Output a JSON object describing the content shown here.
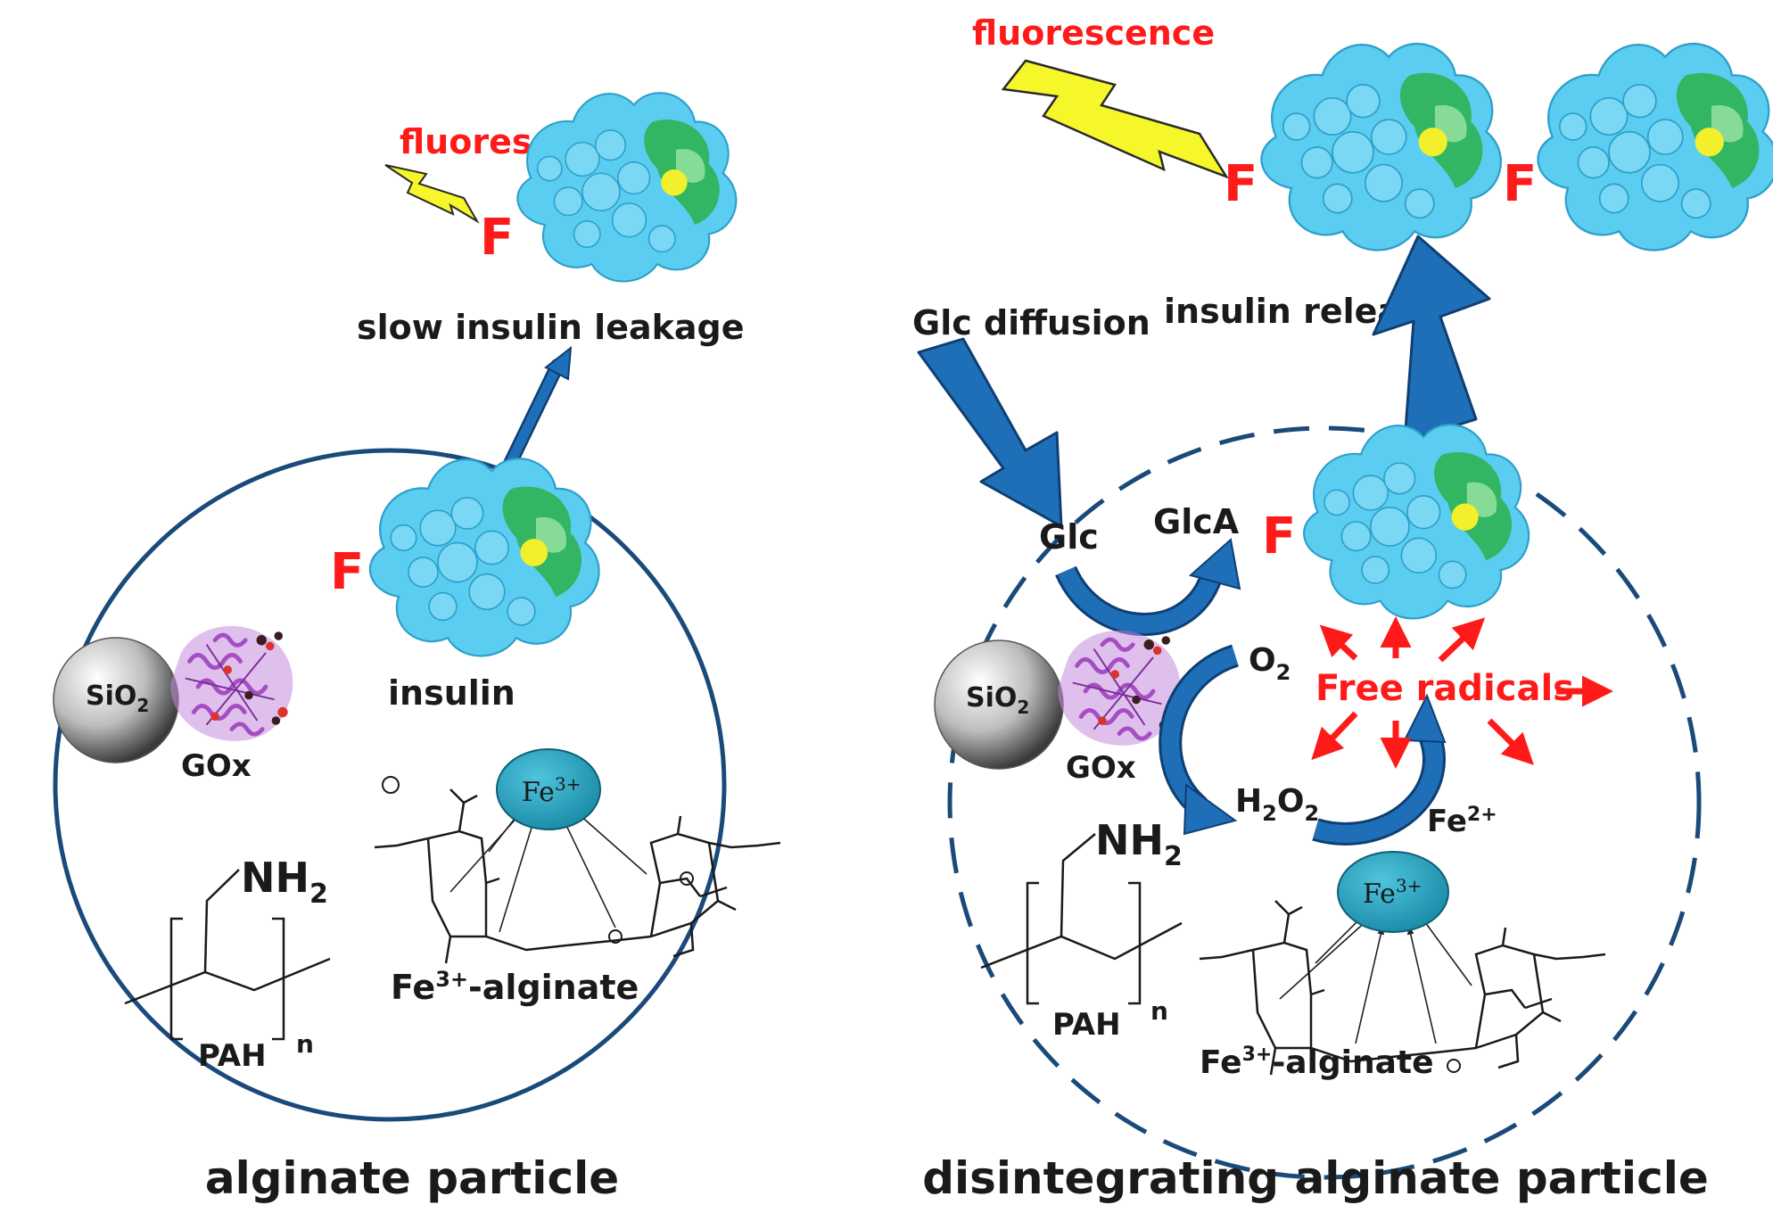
{
  "colors": {
    "circle_stroke": "#1a4a7a",
    "arrow_blue": "#1f6fb8",
    "arrow_edge": "#0e3f73",
    "red": "#ff1a1a",
    "insulin_blue": "#5bcdf0",
    "insulin_green": "#2bb14a",
    "insulin_yellow": "#f2ef2c",
    "iron_teal": "#2aa8c4",
    "gox_purple": "#a64dc4",
    "lightning": "#f6f72a"
  },
  "left": {
    "fluorescence": "fluorescence",
    "f_top": "F",
    "leakage_label": "slow insulin leakage",
    "f_inner": "F",
    "insulin_label": "insulin",
    "sio2": "SiO",
    "sio2_sub": "2",
    "gox": "GOx",
    "nh2": "NH",
    "nh2_sub": "2",
    "pah": "PAH",
    "pah_sub": "n",
    "fe_ion": "Fe",
    "fe_sup": "3+",
    "fe_alg": "Fe",
    "fe_alg_sup": "3+",
    "fe_alg_rest": "-alginate",
    "caption": "alginate particle"
  },
  "right": {
    "fluorescence": "fluorescence",
    "f_top1": "F",
    "f_top2": "F",
    "glc_diffusion": "Glc diffusion",
    "insulin_release": "insulin release",
    "glc": "Glc",
    "glca": "GlcA",
    "f_inner": "F",
    "o2": "O",
    "o2_sub": "2",
    "free_radicals": "Free radicals",
    "sio2": "SiO",
    "sio2_sub": "2",
    "gox": "GOx",
    "h2o2_h": "H",
    "h2o2_sub1": "2",
    "h2o2_o": "O",
    "h2o2_sub2": "2",
    "fe2": "Fe",
    "fe2_sup": "2+",
    "nh2": "NH",
    "nh2_sub": "2",
    "fe_ion": "Fe",
    "fe_sup": "3+",
    "pah": "PAH",
    "pah_sub": "n",
    "fe_alg": "Fe",
    "fe_alg_sup": "3+",
    "fe_alg_rest": "-alginate",
    "caption": "disintegrating alginate particle"
  }
}
